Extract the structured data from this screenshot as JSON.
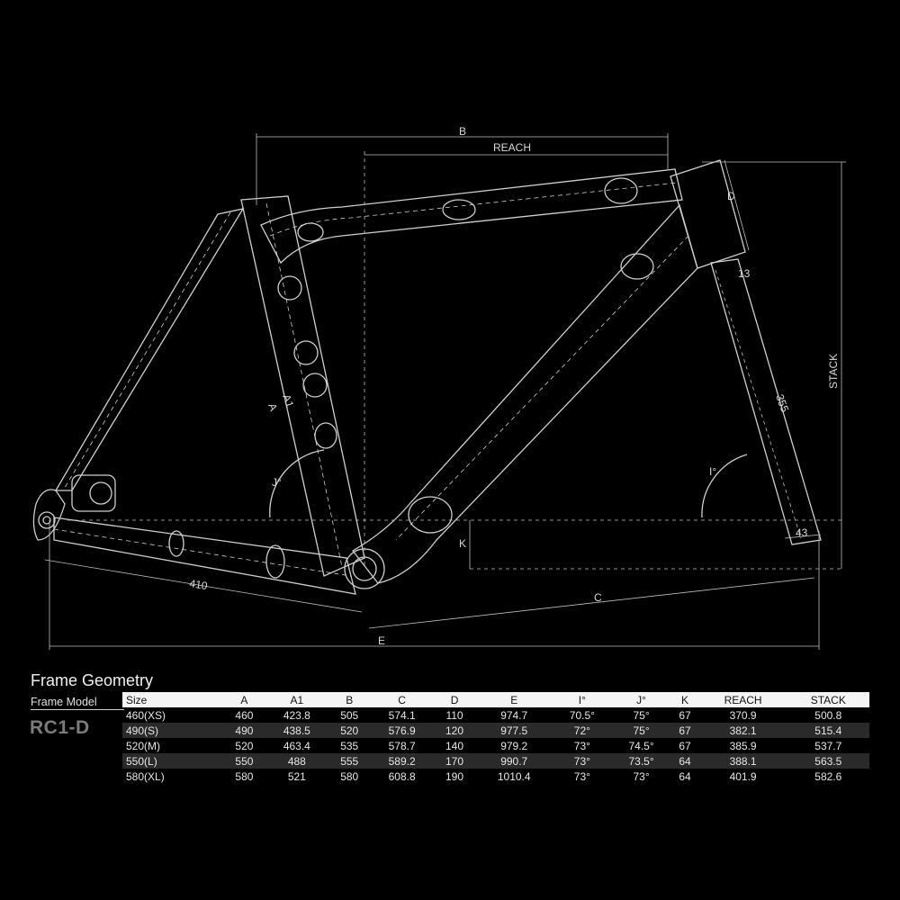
{
  "diagram": {
    "dimension_labels": {
      "b": "B",
      "reach": "REACH",
      "d": "D",
      "thirteen": "13",
      "stack": "STACK",
      "three55": "355",
      "a": "A",
      "a1": "A1",
      "i": "I°",
      "j": "J°",
      "k": "K",
      "forty3": "43",
      "c": "C",
      "four10": "410",
      "e": "E"
    }
  },
  "geometry": {
    "title": "Frame Geometry",
    "model_label": "Frame Model",
    "model_name": "RC1-D",
    "columns": [
      "Size",
      "A",
      "A1",
      "B",
      "C",
      "D",
      "E",
      "I°",
      "J°",
      "K",
      "REACH",
      "STACK"
    ],
    "rows": [
      [
        "460(XS)",
        "460",
        "423.8",
        "505",
        "574.1",
        "110",
        "974.7",
        "70.5°",
        "75°",
        "67",
        "370.9",
        "500.8"
      ],
      [
        "490(S)",
        "490",
        "438.5",
        "520",
        "576.9",
        "120",
        "977.5",
        "72°",
        "75°",
        "67",
        "382.1",
        "515.4"
      ],
      [
        "520(M)",
        "520",
        "463.4",
        "535",
        "578.7",
        "140",
        "979.2",
        "73°",
        "74.5°",
        "67",
        "385.9",
        "537.7"
      ],
      [
        "550(L)",
        "550",
        "488",
        "555",
        "589.2",
        "170",
        "990.7",
        "73°",
        "73.5°",
        "64",
        "388.1",
        "563.5"
      ],
      [
        "580(XL)",
        "580",
        "521",
        "580",
        "608.8",
        "190",
        "1010.4",
        "73°",
        "73°",
        "64",
        "401.9",
        "582.6"
      ]
    ]
  }
}
